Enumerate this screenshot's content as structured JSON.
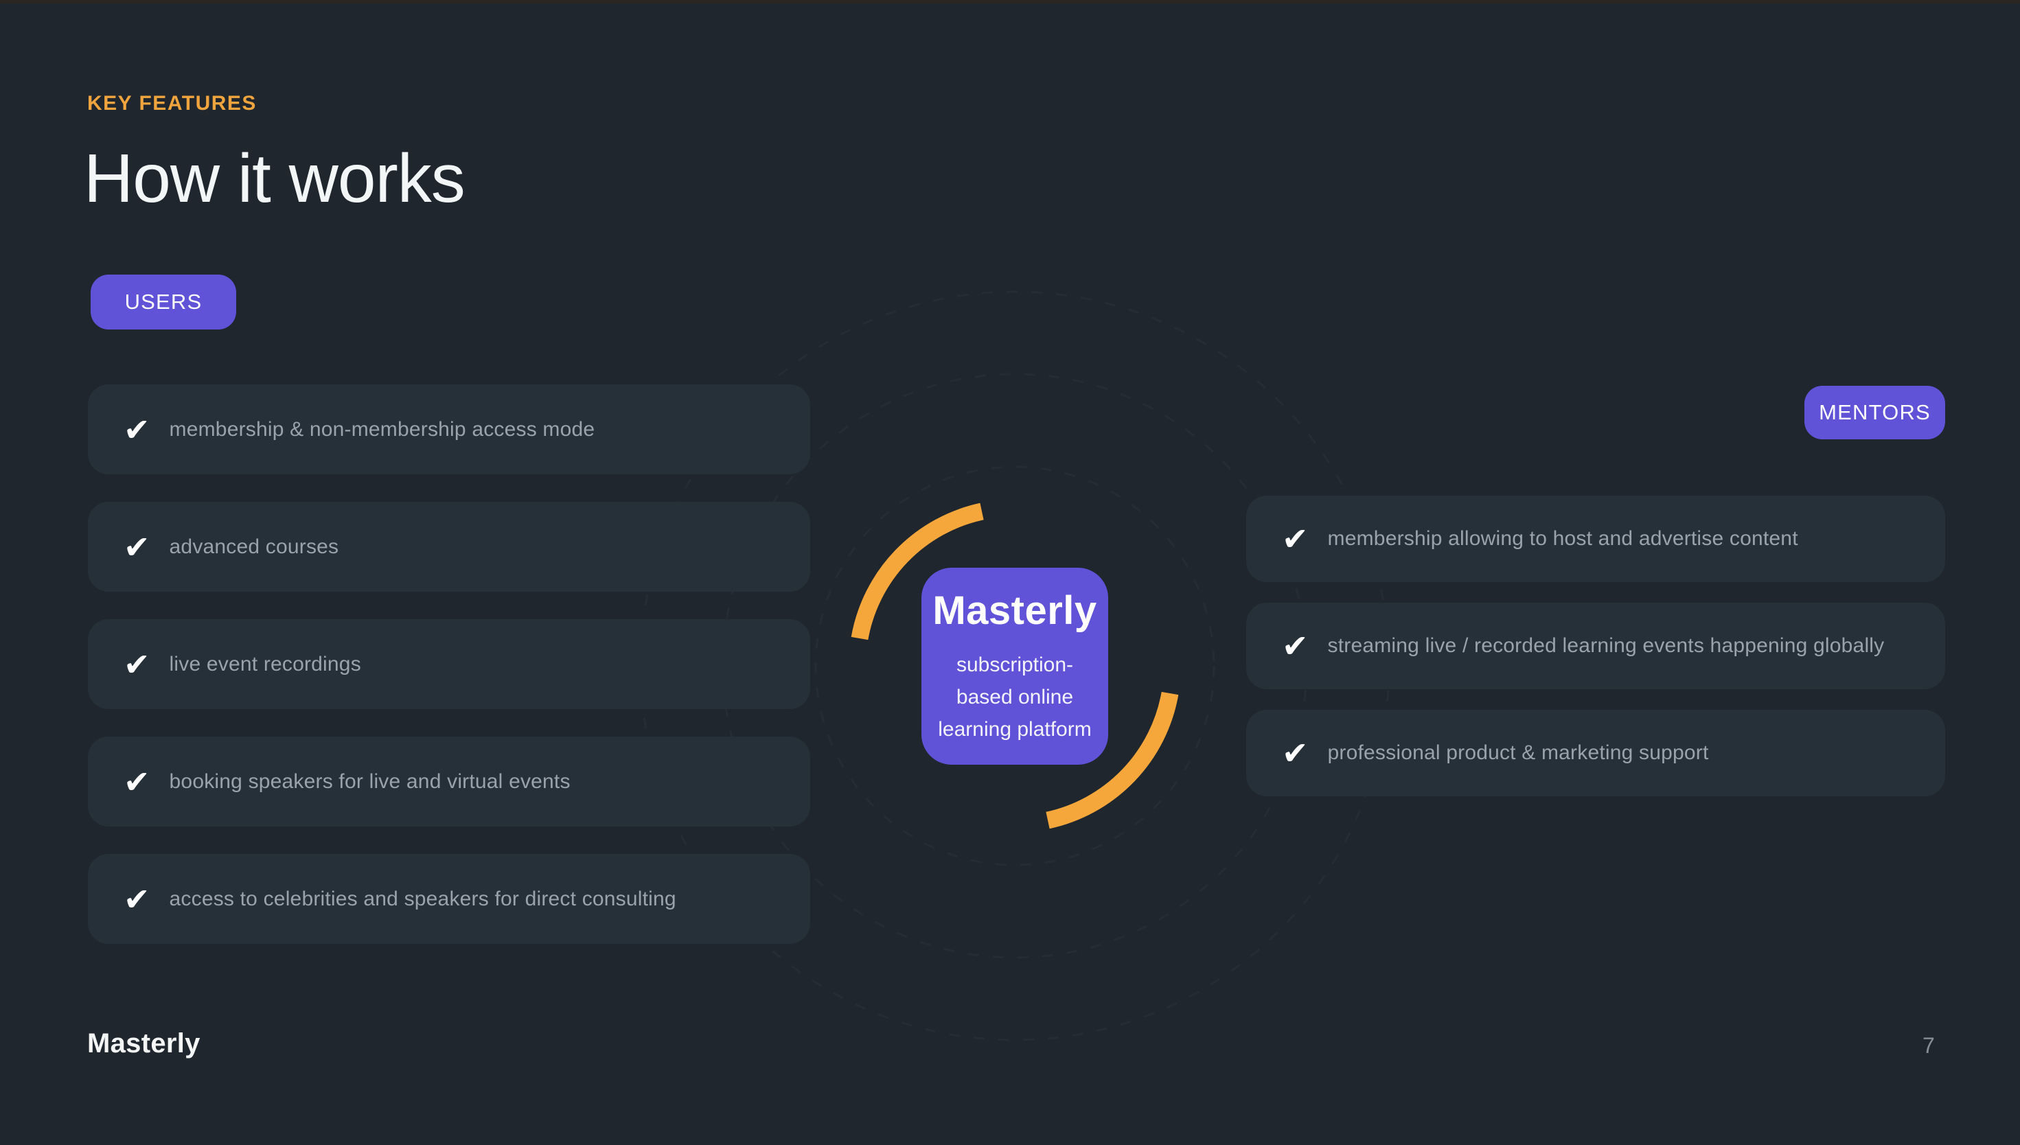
{
  "header": {
    "eyebrow": "KEY FEATURES",
    "title": "How it works"
  },
  "users_section": {
    "badge_label": "USERS",
    "items": [
      "membership & non-membership access mode",
      "advanced courses",
      "live event recordings",
      "booking speakers for live and virtual events",
      "access to celebrities and speakers for direct consulting"
    ]
  },
  "mentors_section": {
    "badge_label": "MENTORS",
    "items": [
      "membership allowing to host and advertise content",
      "streaming live / recorded learning events happening globally",
      "professional product & marketing support"
    ]
  },
  "center_card": {
    "title": "Masterly",
    "subtitle_lines": [
      "subscription-",
      "based online",
      "learning platform"
    ]
  },
  "footer": {
    "brand": "Masterly",
    "page_number": "7"
  },
  "icons": {
    "check": "✔"
  },
  "colors": {
    "page_bg": "#1f262d",
    "card_bg": "#263039",
    "accent_purple": "#6153d8",
    "accent_orange": "#f5a73c",
    "eyebrow_orange": "#efa43d",
    "muted_text": "#9aa3ab",
    "page_number": "#858e96",
    "top_edge": "#2b2522"
  }
}
